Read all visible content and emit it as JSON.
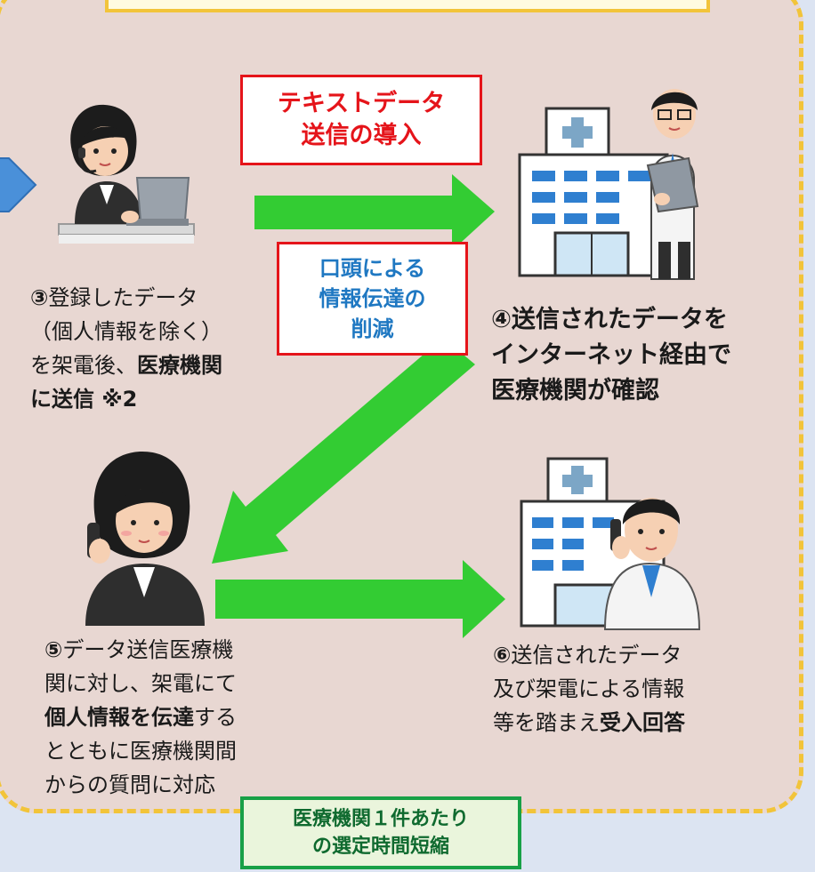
{
  "boxes": {
    "text_data_line1": "テキストデータ",
    "text_data_line2": "送信の導入",
    "verbal_line1": "口頭による",
    "verbal_line2": "情報伝達の",
    "verbal_line3": "削減",
    "time_line1": "医療機関１件あたり",
    "time_line2": "の選定時間短縮"
  },
  "step3": {
    "num": "③",
    "l1": "登録したデータ",
    "l2": "（個人情報を除く）",
    "l3a": "を架電後、",
    "l3b": "医療機関",
    "l4": "に送信 ※2"
  },
  "step4": {
    "l1": "④送信されたデータを",
    "l2": "インターネット経由で",
    "l3": "医療機関が確認"
  },
  "step5": {
    "num": "⑤",
    "l1": "データ送信医療機",
    "l2": "関に対し、架電にて",
    "l3a": "個人情報を伝達",
    "l3b": "する",
    "l4": "とともに医療機関間",
    "l5": "からの質問に対応"
  },
  "step6": {
    "num": "⑥",
    "l1": "送信されたデータ",
    "l2": "及び架電による情報",
    "l3a": "等を踏まえ",
    "l3b": "受入回答"
  },
  "colors": {
    "arrow": "#33cc33",
    "red_box": "#e5141a",
    "blue_text": "#1f78c2",
    "green_box": "#18a047",
    "dashed_border": "#f2c43a"
  }
}
